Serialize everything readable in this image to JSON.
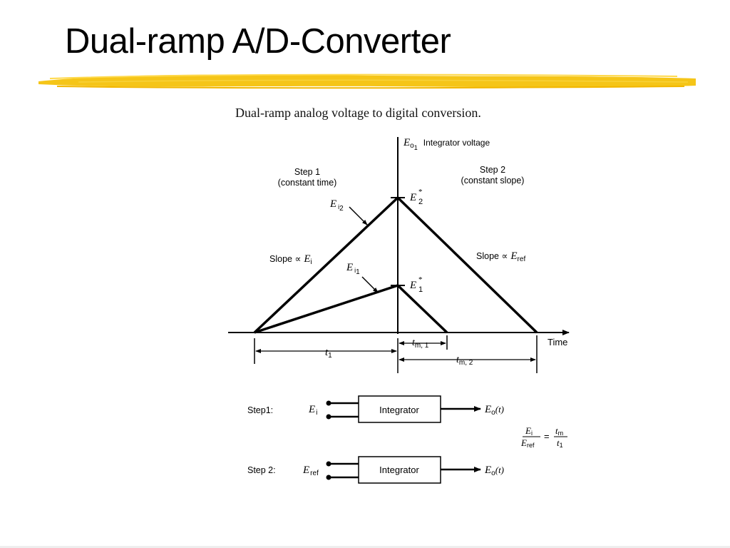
{
  "slide": {
    "title": "Dual-ramp A/D-Converter",
    "caption": "Dual-ramp analog voltage to digital conversion.",
    "highlight_color": "#f5c518"
  },
  "graph": {
    "y_axis_symbol": "E",
    "y_axis_sub": "o",
    "y_axis_subsub": "1",
    "y_axis_label": "Integrator voltage",
    "x_axis_label": "Time",
    "step1_title": "Step 1",
    "step1_sub": "(constant time)",
    "step2_title": "Step 2",
    "step2_sub": "(constant slope)",
    "slope1_text": "Slope ∝",
    "slope1_sym": "E",
    "slope1_sub": "i",
    "slope2_text": "Slope ∝",
    "slope2_sym": "E",
    "slope2_sub": "ref",
    "ei2_sym": "E",
    "ei2_sub": "i",
    "ei2_subsub": "2",
    "ei1_sym": "E",
    "ei1_sub": "i",
    "ei1_subsub": "1",
    "e2star_sym": "E",
    "e2star_sub": "2",
    "e1star_sym": "E",
    "e1star_sub": "1",
    "star": "*",
    "t1_sym": "t",
    "t1_sub": "1",
    "tm1_sym": "t",
    "tm1_sub": "m, 1",
    "tm2_sym": "t",
    "tm2_sub": "m, 2"
  },
  "blocks": {
    "step1_label": "Step1:",
    "step1_input_sym": "E",
    "step1_input_sub": "i",
    "step1_block_label": "Integrator",
    "step1_output_sym": "E",
    "step1_output_sub": "o",
    "step1_output_arg": "(t)",
    "step2_label": "Step 2:",
    "step2_input_sym": "E",
    "step2_input_sub": "ref",
    "step2_block_label": "Integrator",
    "step2_output_sym": "E",
    "step2_output_sub": "o",
    "step2_output_arg": "(t)"
  },
  "equation": {
    "num_sym": "E",
    "num_sub": "i",
    "den_sym": "E",
    "den_sub": "ref",
    "equals": "=",
    "rnum_sym": "t",
    "rnum_sub": "m",
    "rden_sym": "t",
    "rden_sub": "1"
  }
}
